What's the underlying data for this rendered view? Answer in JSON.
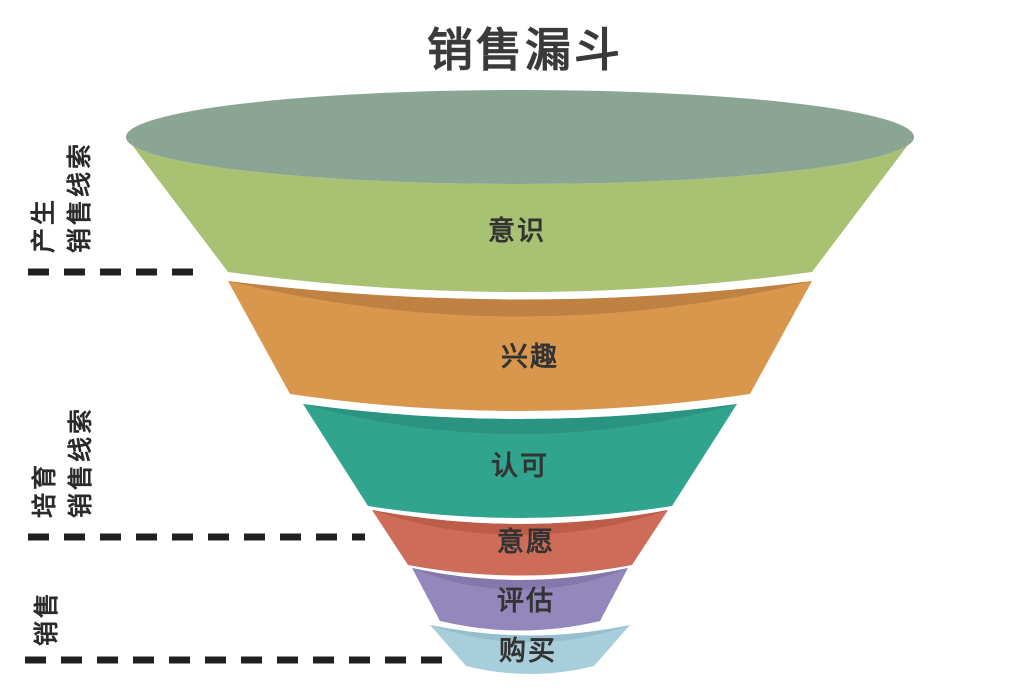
{
  "title": "销售漏斗",
  "funnel": {
    "stages": [
      {
        "label": "意识",
        "body_color": "#a8c173",
        "top_color": "#8ba594"
      },
      {
        "label": "兴趣",
        "body_color": "#d9974e",
        "lip_color": "#c08243"
      },
      {
        "label": "认可",
        "body_color": "#31a48e",
        "lip_color": "#2b9481"
      },
      {
        "label": "意愿",
        "body_color": "#cd6c58",
        "lip_color": "#bd5c49"
      },
      {
        "label": "评估",
        "body_color": "#9487bc",
        "lip_color": "#8478ab"
      },
      {
        "label": "购买",
        "body_color": "#a9cedb",
        "lip_color": "#95bfce"
      }
    ]
  },
  "phases": [
    {
      "line1": "产生",
      "line2": "销售线索"
    },
    {
      "line1": "培育",
      "line2": "销售线索"
    },
    {
      "line1": "销售",
      "line2": ""
    }
  ],
  "colors": {
    "title": "#3a3a3a",
    "stage_text": "#333333",
    "phase_text": "#2a2a2a",
    "divider": "#1f1f1f",
    "background": "#ffffff"
  }
}
